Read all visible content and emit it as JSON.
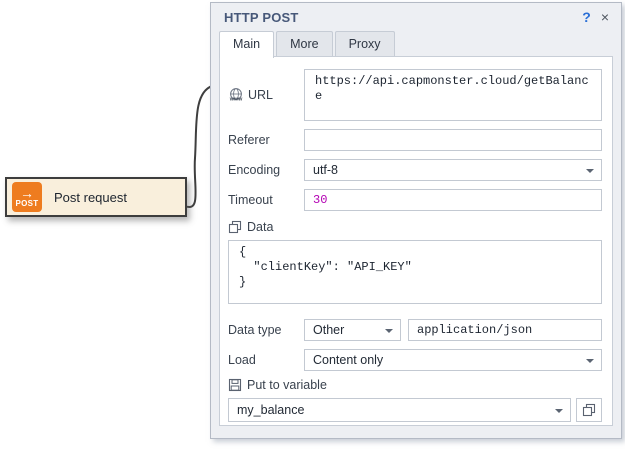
{
  "node": {
    "label": "Post request",
    "icon_arrow": "→",
    "icon_text": "POST"
  },
  "dialog": {
    "title": "HTTP POST",
    "help_label": "?",
    "close_label": "×",
    "tabs": [
      {
        "label": "Main",
        "active": true
      },
      {
        "label": "More",
        "active": false
      },
      {
        "label": "Proxy",
        "active": false
      }
    ],
    "fields": {
      "url": {
        "label": "URL",
        "value": "https://api.capmonster.cloud/getBalance"
      },
      "referer": {
        "label": "Referer",
        "value": ""
      },
      "encoding": {
        "label": "Encoding",
        "value": "utf-8"
      },
      "timeout": {
        "label": "Timeout",
        "value": "30"
      },
      "data": {
        "label": "Data",
        "value": "{\n  \"clientKey\": \"API_KEY\"\n}"
      },
      "data_type": {
        "label": "Data type",
        "select_value": "Other",
        "input_value": "application/json"
      },
      "load": {
        "label": "Load",
        "value": "Content only"
      },
      "put_to_variable": {
        "label": "Put to variable",
        "value": "my_balance"
      }
    }
  },
  "colors": {
    "accent_orange": "#ee7c1f",
    "timeout_value": "#b400b4",
    "help_blue": "#2a6fd6",
    "title_text": "#475879",
    "node_fill": "#f9efdc"
  }
}
